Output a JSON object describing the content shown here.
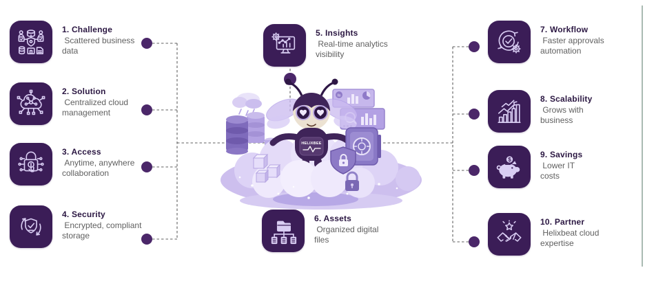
{
  "colors": {
    "tile_background": "#3b1d57",
    "icon_stroke": "#d9cdf3",
    "title_text": "#2b1742",
    "description_text": "#5f5f5f",
    "connector_dot": "#4b2769",
    "connector_line": "#5f5f5f",
    "edge_line": "#a9bab2",
    "mascot_body": "#3f2459",
    "cloud_lavender": "#d7cbf2"
  },
  "steps": {
    "left": [
      {
        "title": "1. Challenge",
        "desc": " Scattered business\ndata",
        "icon": "scattered-data-icon"
      },
      {
        "title": "2. Solution",
        "desc": " Centralized cloud\nmanagement",
        "icon": "cloud-network-icon"
      },
      {
        "title": "3. Access",
        "desc": " Anytime, anywhere\ncollaboration",
        "icon": "secure-access-icon"
      },
      {
        "title": "4. Security",
        "desc": " Encrypted, compliant\nstorage",
        "icon": "shield-refresh-icon"
      }
    ],
    "center_top": {
      "title": "5. Insights",
      "desc": " Real-time analytics\nvisibility",
      "icon": "analytics-monitor-icon"
    },
    "center_bottom": {
      "title": "6. Assets",
      "desc": " Organized digital\nfiles",
      "icon": "folder-tree-icon"
    },
    "right": [
      {
        "title": "7. Workflow",
        "desc": " Faster approvals\nautomation",
        "icon": "workflow-check-gear-icon"
      },
      {
        "title": "8. Scalability",
        "desc": " Grows with\nbusiness",
        "icon": "growth-bars-icon"
      },
      {
        "title": "9. Savings",
        "desc": " Lower IT\ncosts",
        "icon": "piggy-bank-icon"
      },
      {
        "title": "10. Partner",
        "desc": " Helixbeat cloud\nexpertise",
        "icon": "handshake-star-icon"
      }
    ]
  },
  "mascot": {
    "chest_label": "HELIXBEE",
    "alt": "Bee robot mascot sitting on a lavender cloud surrounded by databases, analytics dashboards, a vault, a shield and padlocks"
  },
  "glyphs": {
    "dollar": "$"
  }
}
